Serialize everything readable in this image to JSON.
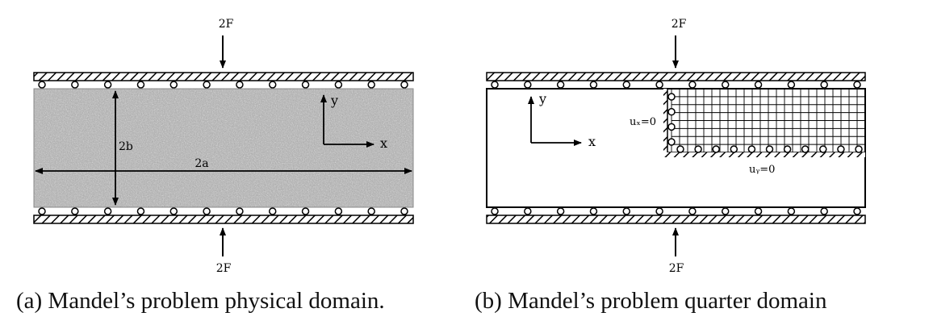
{
  "panel_a": {
    "top_force": "2F",
    "bottom_force": "2F",
    "height_label": "2b",
    "width_label": "2a",
    "axis_y": "y",
    "axis_x": "x",
    "caption": "(a) Mandel’s problem physical domain."
  },
  "panel_b": {
    "top_force": "2F",
    "bottom_force": "2F",
    "axis_y": "y",
    "axis_x": "x",
    "bc_left": "uₓ=0",
    "bc_bottom": "uᵧ=0",
    "caption": "(b) Mandel’s problem quarter domain"
  },
  "colors": {
    "stroke": "#000000",
    "texture": "#a8a8a8"
  }
}
